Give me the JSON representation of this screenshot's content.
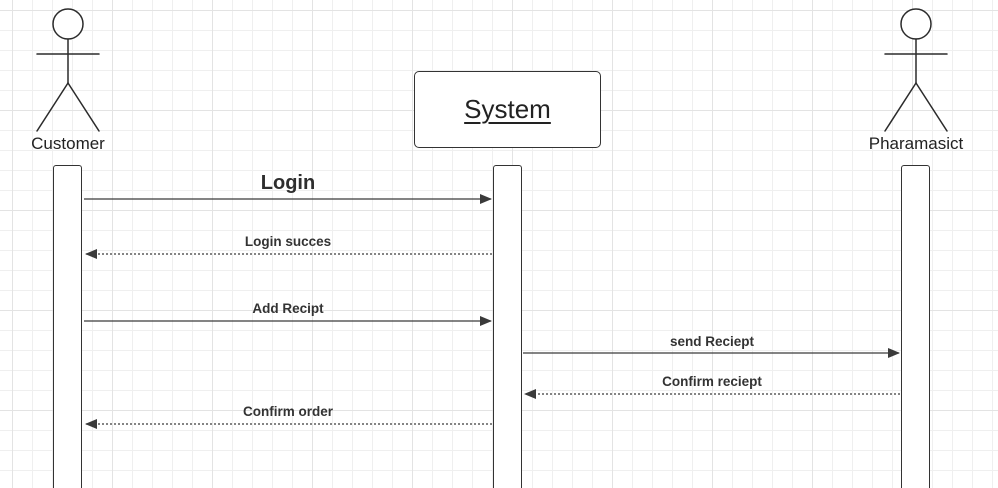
{
  "diagram": {
    "participants": {
      "customer": {
        "label": "Customer"
      },
      "system": {
        "label": "System"
      },
      "pharmacist": {
        "label": "Pharamasict"
      }
    },
    "messages": [
      {
        "id": "login",
        "label": "Login",
        "from": "Customer",
        "to": "System",
        "style": "solid"
      },
      {
        "id": "login-success",
        "label": "Login succes",
        "from": "System",
        "to": "Customer",
        "style": "dashed"
      },
      {
        "id": "add-receipt",
        "label": "Add Recipt",
        "from": "Customer",
        "to": "System",
        "style": "solid"
      },
      {
        "id": "send-receipt",
        "label": "send Reciept",
        "from": "System",
        "to": "Pharamasict",
        "style": "solid"
      },
      {
        "id": "confirm-receipt",
        "label": "Confirm reciept",
        "from": "Pharamasict",
        "to": "System",
        "style": "dashed"
      },
      {
        "id": "confirm-order",
        "label": "Confirm order",
        "from": "System",
        "to": "Customer",
        "style": "dashed"
      }
    ]
  }
}
